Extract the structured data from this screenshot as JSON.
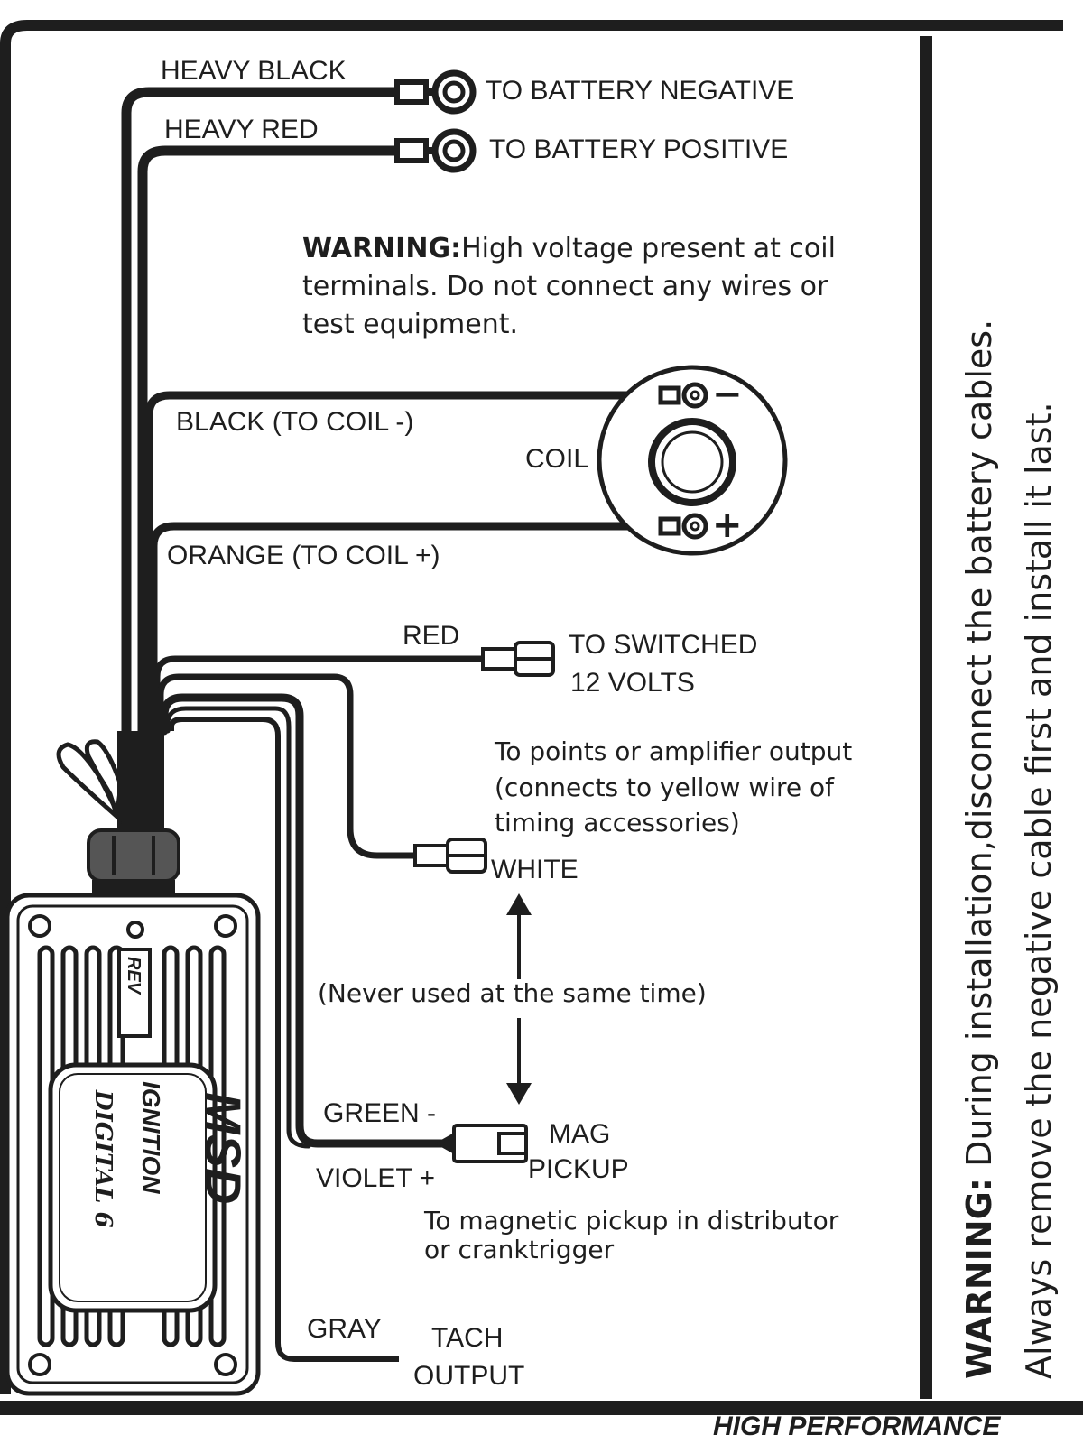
{
  "battery": {
    "black_wire_label": "HEAVY BLACK",
    "red_wire_label": "HEAVY RED",
    "negative_label": "TO BATTERY NEGATIVE",
    "positive_label": "TO BATTERY POSITIVE"
  },
  "warning_coil": {
    "prefix": "WARNING:",
    "line1": "High voltage present at coil",
    "line2": "terminals. Do not connect any wires or",
    "line3": "test equipment."
  },
  "coil": {
    "label": "COIL",
    "minus_symbol": "−",
    "plus_symbol": "+",
    "black_wire_label": "BLACK (TO COIL -)",
    "orange_wire_label": "ORANGE (TO COIL +)"
  },
  "switched": {
    "wire_label": "RED",
    "line1": "TO SWITCHED",
    "line2": "12 VOLTS"
  },
  "points": {
    "line1": "To points or amplifier output",
    "line2": "(connects to yellow wire of",
    "line3": "timing accessories)",
    "wire_label": "WHITE"
  },
  "never_used": "(Never used at the same time)",
  "mag": {
    "green_label": "GREEN -",
    "violet_label": "VIOLET +",
    "line1": "MAG",
    "line2": "PICKUP",
    "note1": "To magnetic pickup in distributor",
    "note2": "or cranktrigger"
  },
  "tach": {
    "wire_label": "GRAY",
    "line1": "TACH",
    "line2": "OUTPUT"
  },
  "box": {
    "brand_line1": "MSD",
    "brand_line2": "IGNITION",
    "model": "DIGITAL 6",
    "rev_logo": "REV"
  },
  "side_warning": {
    "prefix": "WARNING:",
    "line1": " During installation,disconnect the battery cables.",
    "line2": "Always remove the negative cable first and install it last."
  },
  "watermark": "HIGH PERFORMANCE"
}
